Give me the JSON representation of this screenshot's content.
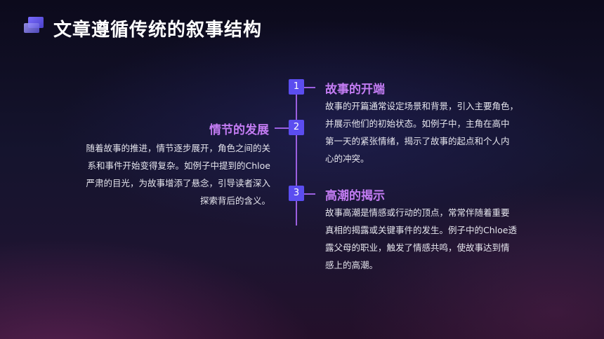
{
  "slide": {
    "title": "文章遵循传统的叙事结构"
  },
  "timeline": {
    "items": [
      {
        "number": "1",
        "heading": "故事的开端",
        "text_lines": [
          "故事的开篇通常设定场景和背景，引入主要角色，",
          "并展示他们的初始状态。如例子中，主角在高中",
          "第一天的紧张情绪，揭示了故事的起点和个人内",
          "心的冲突。"
        ]
      },
      {
        "number": "2",
        "heading": "情节的发展",
        "text_lines": [
          "随着故事的推进，情节逐步展开，角色之间的关",
          "系和事件开始变得复杂。如例子中提到的Chloe",
          "严肃的目光，为故事增添了悬念，引导读者深入",
          "探索背后的含义。"
        ]
      },
      {
        "number": "3",
        "heading": "高潮的揭示",
        "text_lines": [
          "故事高潮是情感或行动的顶点，常常伴随着重要",
          "真相的揭露或关键事件的发生。例子中的Chloe透",
          "露父母的职业，触发了情感共鸣，使故事达到情",
          "感上的高潮。"
        ]
      }
    ]
  },
  "colors": {
    "accent_purple": "#c37cf3",
    "node_blue": "#5b4df0",
    "line_purple": "#9b5fe0",
    "text": "#e6e6ee"
  }
}
